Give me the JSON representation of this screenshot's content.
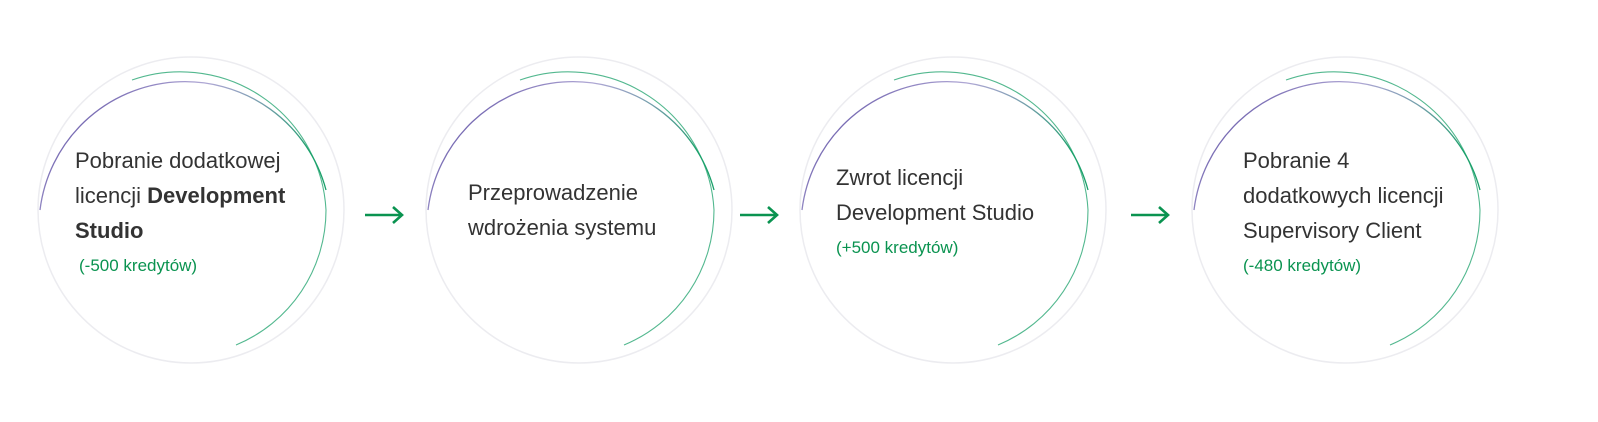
{
  "steps": [
    {
      "title_before": "Pobranie dodatkowej licencji ",
      "title_bold": "Development Studio",
      "credits": "(-500 kredytów)"
    },
    {
      "title_before": "Przeprowadzenie wdrożenia systemu",
      "title_bold": "",
      "credits": ""
    },
    {
      "title_before": "Zwrot licencji Development Studio",
      "title_bold": "",
      "credits": "(+500 kredytów)"
    },
    {
      "title_before": "Pobranie 4 dodatkowych licencji Supervisory Client",
      "title_bold": "",
      "credits": "(-480 kredytów)"
    }
  ],
  "colors": {
    "accent_green": "#0a9350",
    "ring_purple": "#3d2b8f",
    "ring_light": "#ececf0",
    "text": "#333333"
  },
  "arrow_icon": "arrow-right-icon"
}
